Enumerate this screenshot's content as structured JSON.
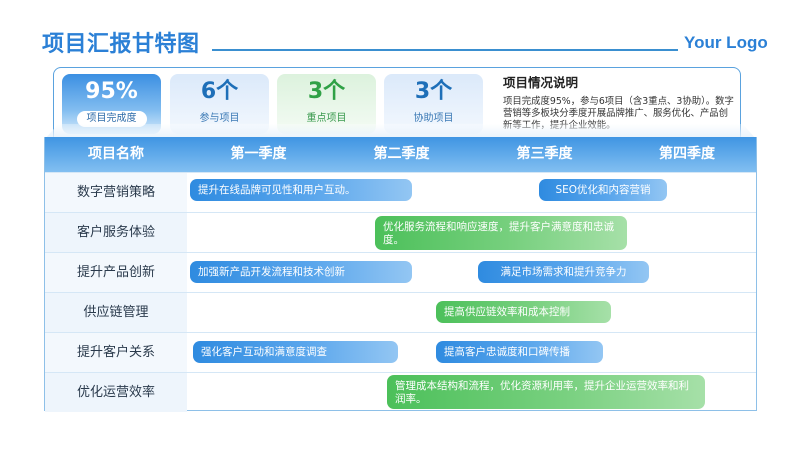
{
  "header": {
    "title": "项目汇报甘特图",
    "logo": "Your Logo"
  },
  "summary": {
    "stats": [
      {
        "value": "95%",
        "label": "项目完成度",
        "style": "primary"
      },
      {
        "value": "6个",
        "label": "参与项目",
        "style": "blue"
      },
      {
        "value": "3个",
        "label": "重点项目",
        "style": "green"
      },
      {
        "value": "3个",
        "label": "协助项目",
        "style": "blue"
      }
    ],
    "description": {
      "title": "项目情况说明",
      "text": "项目完成度95%，参与6项目（含3重点、3协助）。数字营销等多板块分季度开展品牌推广、服务优化、产品创新等工作，提升企业效能。"
    }
  },
  "colors": {
    "accent": "#2b80d6",
    "bar_blue": "#2f8be0",
    "bar_green": "#4cc05a",
    "header_blue": "#3f95e3"
  },
  "table": {
    "headers": [
      "项目名称",
      "第一季度",
      "第二季度",
      "第三季度",
      "第四季度"
    ]
  },
  "chart_data": {
    "type": "gantt",
    "title": "项目汇报甘特图",
    "x_categories": [
      "第一季度",
      "第二季度",
      "第三季度",
      "第四季度"
    ],
    "rows": [
      {
        "name": "数字营销策略",
        "tasks": [
          {
            "label": "提升在线品牌可见性和用户互动。",
            "start": 0.02,
            "end": 1.58,
            "color": "blue"
          },
          {
            "label": "SEO优化和内容营销",
            "start": 2.48,
            "end": 3.37,
            "color": "blue"
          }
        ]
      },
      {
        "name": "客户服务体验",
        "tasks": [
          {
            "label": "优化服务流程和响应速度，提升客户满意度和忠诚度。",
            "start": 1.33,
            "end": 3.11,
            "color": "green"
          }
        ]
      },
      {
        "name": "提升产品创新",
        "tasks": [
          {
            "label": "加强新产品开发流程和技术创新",
            "start": 0.02,
            "end": 1.58,
            "color": "blue"
          },
          {
            "label": "满足市场需求和提升竞争力",
            "start": 2.05,
            "end": 3.25,
            "color": "blue"
          }
        ]
      },
      {
        "name": "供应链管理",
        "tasks": [
          {
            "label": "提高供应链效率和成本控制",
            "start": 1.76,
            "end": 2.99,
            "color": "green"
          }
        ]
      },
      {
        "name": "提升客户关系",
        "tasks": [
          {
            "label": "强化客户互动和满意度调查",
            "start": 0.04,
            "end": 1.48,
            "color": "blue"
          },
          {
            "label": "提高客户忠诚度和口碑传播",
            "start": 1.76,
            "end": 2.94,
            "color": "blue"
          }
        ]
      },
      {
        "name": "优化运营效率",
        "tasks": [
          {
            "label": "管理成本结构和流程，优化资源利用率，提升企业运营效率和利润率。",
            "start": 1.41,
            "end": 3.65,
            "color": "green"
          }
        ]
      }
    ]
  }
}
